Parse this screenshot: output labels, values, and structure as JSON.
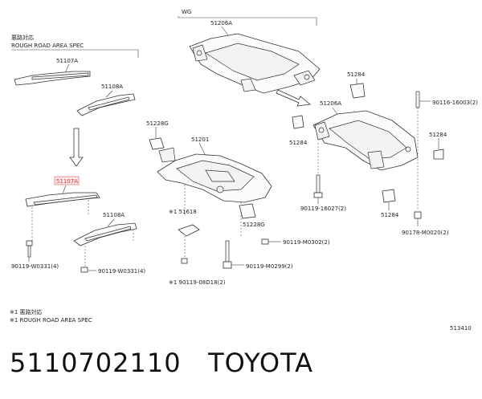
{
  "labels": {
    "rough_jp": "悪路対応",
    "rough_en": "ROUGH ROAD AREA SPEC",
    "wg": "WG",
    "p51206A_top": "51206A",
    "p51107A_top": "51107A",
    "p51108A_top": "51108A",
    "p51228G_top": "51228G",
    "p51201": "51201",
    "p51107A_hl": "51107A",
    "p51108A_bottom": "51108A",
    "p51618": "※1 51618",
    "p51228G_bottom": "51228G",
    "p51284_top": "51284",
    "p51206A_right": "51206A",
    "p90116": "90116-16003(2)",
    "p51284_left": "51284",
    "p51284_right": "51284",
    "p90119_16027": "90119-16027(2)",
    "p51284_bottom": "51284",
    "p90178": "90178-M0020(2)",
    "p90119_M0302": "90119-M0302(2)",
    "p90119_M0299": "90119-M0299(2)",
    "p90119_W0331_a": "90119-W0331(4)",
    "p90119_W0331_b": "90119-W0331(4)",
    "p90119_08D18": "※1 90119-08D18(2)",
    "note_jp": "※1 悪路対応",
    "note_en": "※1 ROUGH ROAD AREA SPEC",
    "ref_code": "513410"
  },
  "footer": {
    "part_number": "5110702110",
    "brand": "TOYOTA"
  },
  "colors": {
    "highlight": "#dd3333"
  }
}
